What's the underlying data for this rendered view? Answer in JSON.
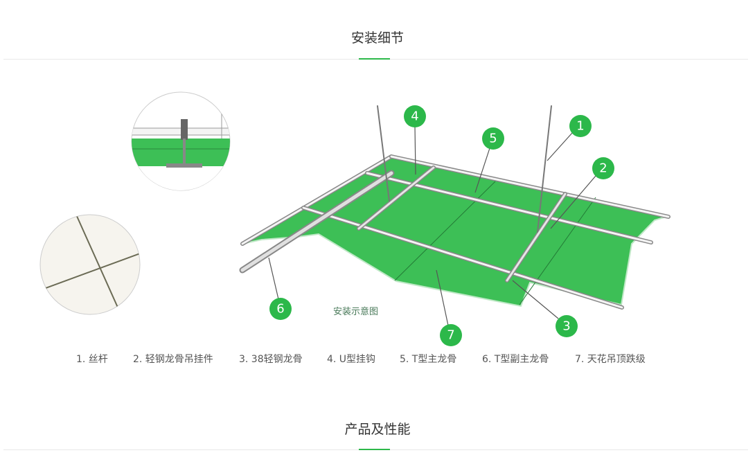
{
  "sections": {
    "install_title": "安装细节",
    "product_title": "产品及性能"
  },
  "diagram": {
    "caption": "安装示意图",
    "markers": [
      "1",
      "2",
      "3",
      "4",
      "5",
      "6",
      "7"
    ],
    "legend": [
      "1. 丝杆",
      "2. 轻钢龙骨吊挂件",
      "3. 38轻钢龙骨",
      "4. U型挂钩",
      "5. T型主龙骨",
      "6. T型副主龙骨",
      "7. 天花吊顶跌级"
    ],
    "colors": {
      "panel": "#3dbf56",
      "marker": "#2cb84a",
      "accent": "#2cb84a"
    }
  }
}
